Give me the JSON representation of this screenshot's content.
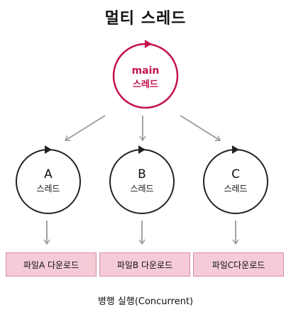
{
  "title": "멀티 스레드",
  "main_thread": {
    "name": "main",
    "label": "스레드"
  },
  "threads": [
    {
      "id": "A",
      "label": "스레드"
    },
    {
      "id": "B",
      "label": "스레드"
    },
    {
      "id": "C",
      "label": "스레드"
    }
  ],
  "tasks": [
    "파일A 다운로드",
    "파일B 다운로드",
    "파일C다운로드"
  ],
  "caption": "병행 실행(Concurrent)",
  "colors": {
    "accent": "#c4124f",
    "thread_stroke": "#222222",
    "arrow": "#999999",
    "task_fill": "#f4cbd6",
    "task_border": "#d98ea3"
  }
}
